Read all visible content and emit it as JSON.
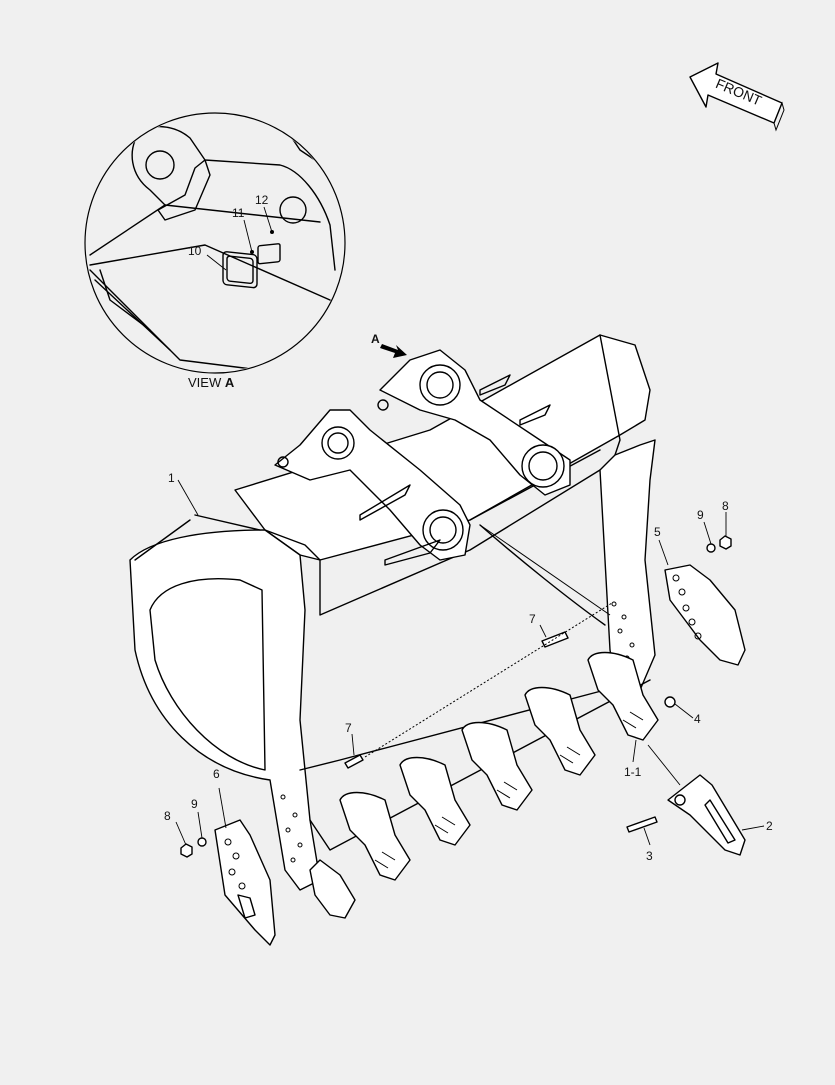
{
  "diagram": {
    "front_label": "FRONT",
    "view_label": "VIEW",
    "view_letter": "A",
    "arrow_letter": "A",
    "callouts": {
      "c1": "1",
      "c1_1": "1-1",
      "c2": "2",
      "c3": "3",
      "c4": "4",
      "c5": "5",
      "c6": "6",
      "c7a": "7",
      "c7b": "7",
      "c8a": "8",
      "c8b": "8",
      "c9a": "9",
      "c9b": "9",
      "c10": "10",
      "c11": "11",
      "c12": "12"
    }
  }
}
